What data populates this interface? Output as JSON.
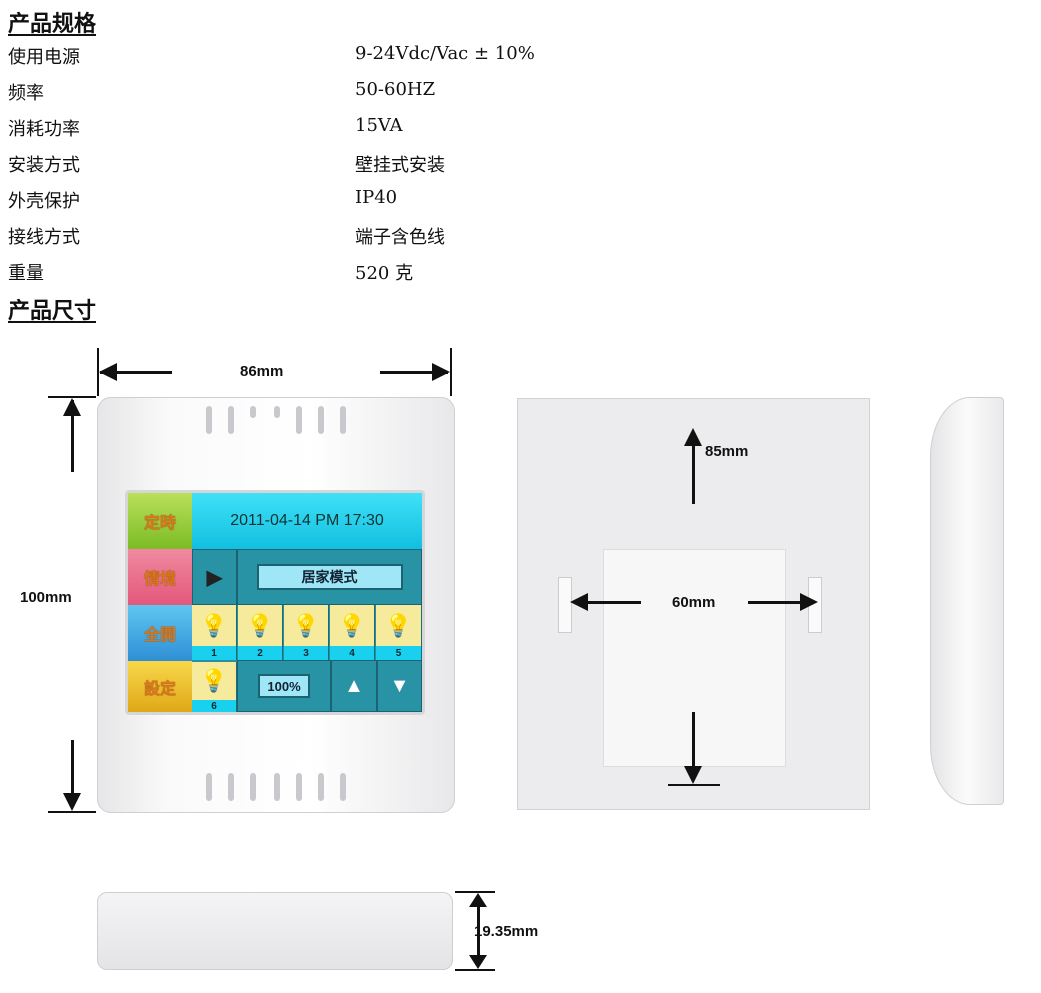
{
  "headings": {
    "specs": "产品规格",
    "dimensions": "产品尺寸"
  },
  "specs": [
    {
      "label": "使用电源",
      "value": "9-24Vdc/Vac ± 10%"
    },
    {
      "label": "频率",
      "value": "50-60HZ"
    },
    {
      "label": "消耗功率",
      "value": "15VA"
    },
    {
      "label": "安装方式",
      "value": "壁挂式安装"
    },
    {
      "label": "外壳保护",
      "value": "IP40"
    },
    {
      "label": "接线方式",
      "value": "端子含色线"
    },
    {
      "label": "重量",
      "value": "520 克"
    }
  ],
  "screen": {
    "side_buttons": [
      "定時",
      "情境",
      "全開",
      "設定"
    ],
    "datetime": "2011-04-14  PM 17:30",
    "mode": "居家模式",
    "lights": [
      "1",
      "2",
      "3",
      "4",
      "5",
      "6"
    ],
    "brightness": "100%"
  },
  "dimensions": {
    "width": "86mm",
    "height": "100mm",
    "back_vertical": "85mm",
    "back_horizontal": "60mm",
    "depth": "19.35mm"
  }
}
